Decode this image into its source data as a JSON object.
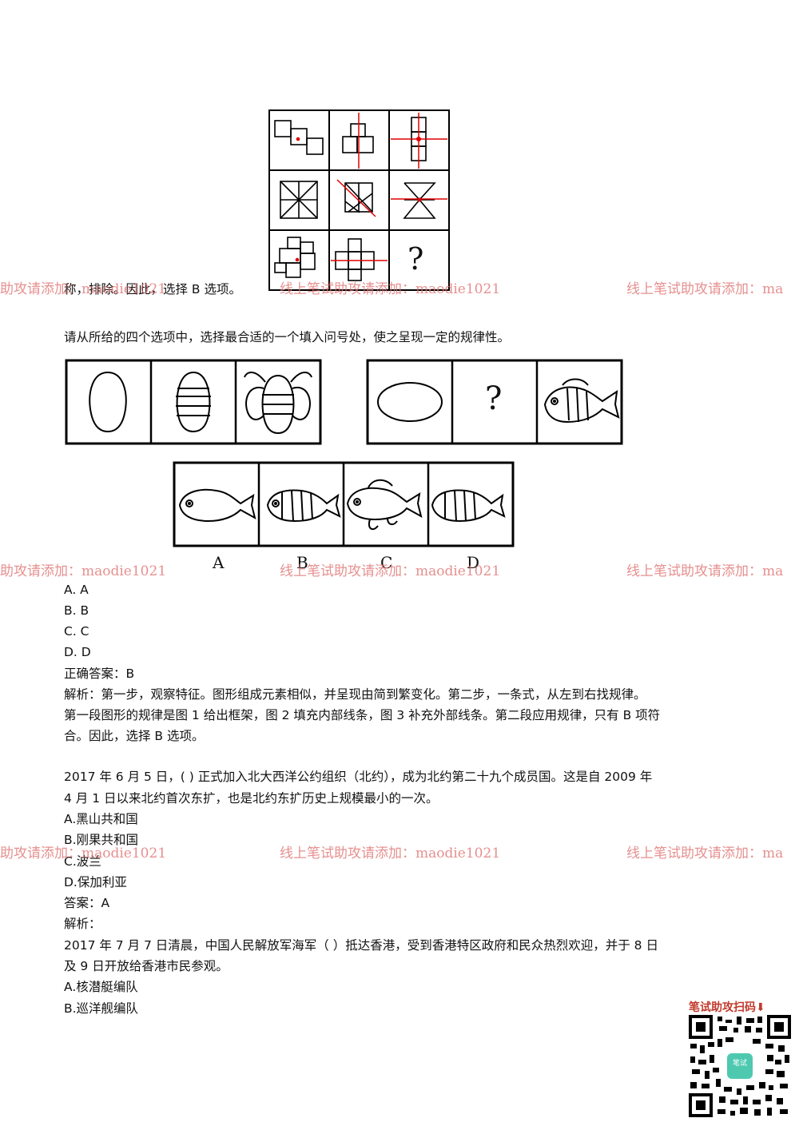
{
  "fragment_text": "称，排除。因此，选择 B 选项。",
  "q1": {
    "prompt": "请从所给的四个选项中，选择最合适的一个填入问号处，使之呈现一定的规律性。",
    "question_mark": "?",
    "option_labels": [
      "A",
      "B",
      "C",
      "D"
    ],
    "options": [
      "A. A",
      "B. B",
      "C. C",
      "D. D"
    ],
    "answer": "正确答案：B",
    "explanation": [
      "解析：第一步，观察特征。图形组成元素相似，并呈现由简到繁变化。第二步，一条式，从左到右找规律。",
      "第一段图形的规律是图 1 给出框架，图 2 填充内部线条，图 3 补充外部线条。第二段应用规律，只有 B 项符",
      "合。因此，选择 B 选项。"
    ]
  },
  "q2": {
    "stem": [
      "2017 年 6 月 5 日，(    ) 正式加入北大西洋公约组织（北约），成为北约第二十九个成员国。这是自 2009 年",
      "4 月 1 日以来北约首次东扩，也是北约东扩历史上规模最小的一次。"
    ],
    "options": [
      "A.黑山共和国",
      "B.刚果共和国",
      "C.波兰",
      "D.保加利亚"
    ],
    "answer": "答案：A",
    "explanation": "解析："
  },
  "q3": {
    "stem": [
      "2017 年 7 月 7 日清晨，中国人民解放军海军（  ）抵达香港，受到香港特区政府和民众热烈欢迎，并于 8 日",
      "及 9 日开放给香港市民参观。"
    ],
    "options": [
      "A.核潜艇编队",
      "B.巡洋舰编队"
    ]
  },
  "watermarks": {
    "left": "助攻请添加：maodie1021",
    "center": "线上笔试助攻请添加：maodie1021",
    "right": "线上笔试助攻请添加：ma"
  },
  "qr": {
    "title": "笔试助攻扫码⬇",
    "center_label": "笔试"
  },
  "colors": {
    "watermark": "#e07070",
    "red_line": "#e00000"
  }
}
